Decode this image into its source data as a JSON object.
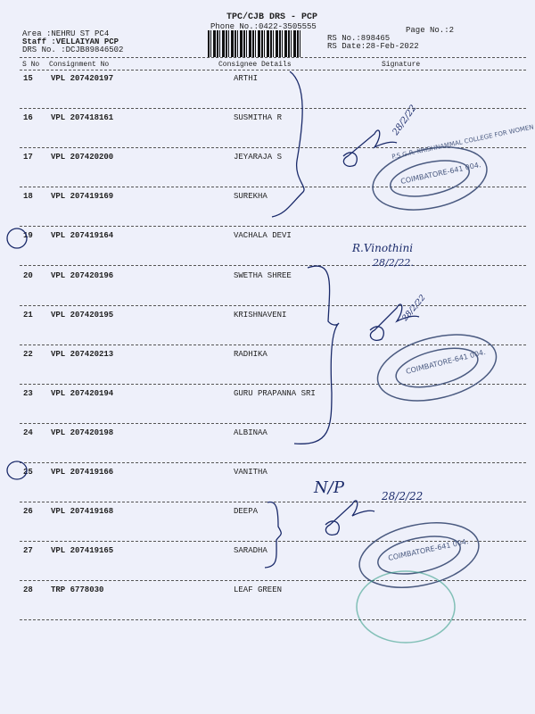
{
  "header": {
    "title": "TPC/CJB  DRS - PCP",
    "phone": "Phone No.:0422-3505555",
    "page_no": "Page No.:2",
    "area": "Area :NEHRU ST PC4",
    "staff": "Staff :VELLAIYAN PCP",
    "drs_no": "DRS No. :DCJB89846502",
    "rs_no": "RS No.:898465",
    "rs_date": "RS Date:28-Feb-2022"
  },
  "columns": {
    "sno": "S No",
    "consignment": "Consignment No",
    "consignee": "Consignee Details",
    "signature": "Signature"
  },
  "rows": [
    {
      "sno": "15",
      "consignment": "VPL 207420197",
      "consignee": "ARTHI"
    },
    {
      "sno": "16",
      "consignment": "VPL 207418161",
      "consignee": "SUSMITHA R"
    },
    {
      "sno": "17",
      "consignment": "VPL 207420200",
      "consignee": "JEYARAJA S"
    },
    {
      "sno": "18",
      "consignment": "VPL 207419169",
      "consignee": "SUREKHA"
    },
    {
      "sno": "19",
      "consignment": "VPL 207419164",
      "consignee": "VACHALA DEVI"
    },
    {
      "sno": "20",
      "consignment": "VPL 207420196",
      "consignee": "SWETHA  SHREE"
    },
    {
      "sno": "21",
      "consignment": "VPL 207420195",
      "consignee": "KRISHNAVENI"
    },
    {
      "sno": "22",
      "consignment": "VPL 207420213",
      "consignee": "RADHIKA"
    },
    {
      "sno": "23",
      "consignment": "VPL 207420194",
      "consignee": "GURU PRAPANNA SRI"
    },
    {
      "sno": "24",
      "consignment": "VPL 207420198",
      "consignee": "ALBINAA"
    },
    {
      "sno": "25",
      "consignment": "VPL 207419166",
      "consignee": "VANITHA"
    },
    {
      "sno": "26",
      "consignment": "VPL 207419168",
      "consignee": "DEEPA"
    },
    {
      "sno": "27",
      "consignment": "VPL 207419165",
      "consignee": "SARADHA"
    },
    {
      "sno": "28",
      "consignment": "TRP 6778030",
      "consignee": "LEAF GREEN"
    }
  ],
  "annotations": {
    "date_1": "28/2/22",
    "signer_19": "R.Vinothini",
    "date_19": "28/2/22.",
    "date_2": "28/2/22",
    "not_present": "N/P",
    "date_3": "28/2/22"
  },
  "stamp": {
    "outer": "P.S.G.R. KRISHNAMMAL COLLEGE FOR WOMEN",
    "inner": "COIMBATORE-641 004."
  },
  "colors": {
    "paper": "#eef0fa",
    "ink": "#222222",
    "pen": "#1a2a6a",
    "stamp": "#4a5a80",
    "green_stamp": "#3aa08a"
  }
}
